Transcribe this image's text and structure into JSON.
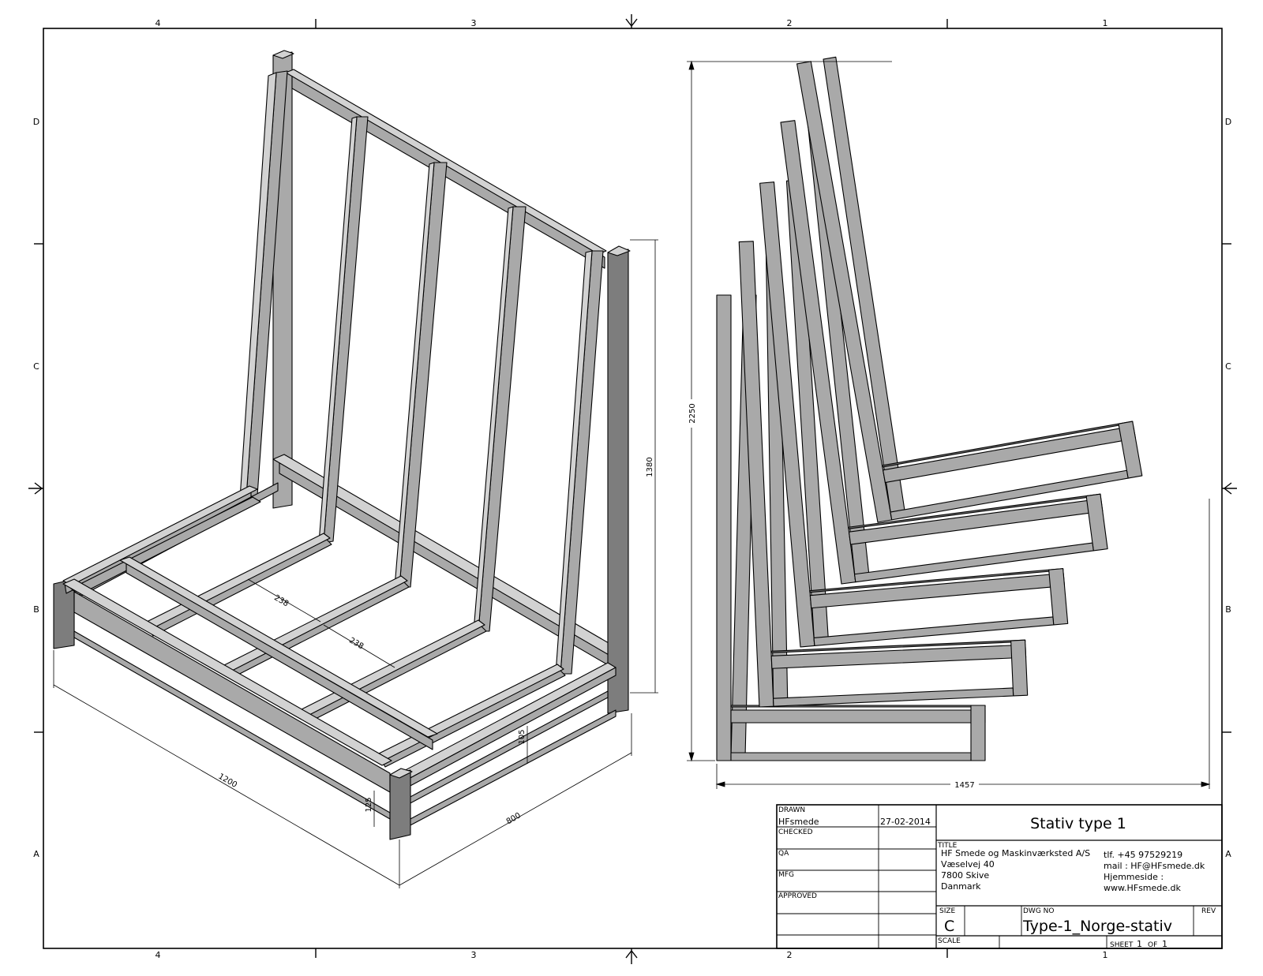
{
  "zones": {
    "columns": [
      "4",
      "3",
      "2",
      "1"
    ],
    "rows": [
      "D",
      "C",
      "B",
      "A"
    ]
  },
  "dimensions": {
    "iso_spacing_1": "238",
    "iso_spacing_2": "238",
    "iso_length": "1200",
    "iso_width": "800",
    "iso_height": "1380",
    "iso_small_105": "105",
    "iso_small_125": "125",
    "side_height": "2250",
    "side_width": "1457"
  },
  "title_block": {
    "drawn_label": "DRAWN",
    "drawn_by": "HFsmede",
    "drawn_date": "27-02-2014",
    "checked_label": "CHECKED",
    "qa_label": "QA",
    "mfg_label": "MFG",
    "approved_label": "APPROVED",
    "drawing_title": "Stativ type 1",
    "title_label": "TITLE",
    "company_lines": [
      "HF Smede og Maskinværksted A/S",
      "Væselvej 40",
      "7800 Skive",
      "Danmark"
    ],
    "contact_lines": [
      "tlf. +45 97529219",
      "mail : HF@HFsmede.dk",
      "Hjemmeside :",
      "www.HFsmede.dk"
    ],
    "size_label": "SIZE",
    "size_value": "C",
    "dwg_no_label": "DWG NO",
    "dwg_no_value": "Type-1_Norge-stativ",
    "rev_label": "REV",
    "scale_label": "SCALE",
    "sheet_label": "SHEET",
    "sheet_value": "1",
    "of_label": "OF",
    "of_value": "1"
  },
  "colors": {
    "line": "#000000",
    "tube_top": "#d2d2d2",
    "tube_side": "#a9a9a9",
    "tube_dark": "#7d7d7d",
    "background": "#ffffff"
  }
}
